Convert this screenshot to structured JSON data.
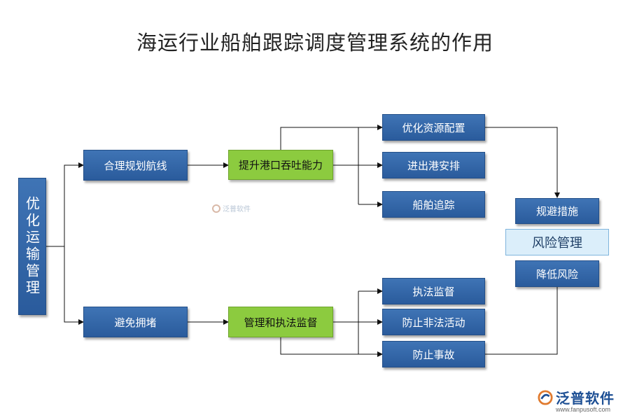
{
  "title": "海运行业船舶跟踪调度管理系统的作用",
  "root": "优化运输管理",
  "level1": [
    "合理规划航线",
    "避免拥堵"
  ],
  "level2": [
    "提升港口吞吐能力",
    "管理和执法监督"
  ],
  "level3_top": [
    "优化资源配置",
    "进出港安排",
    "船舶追踪"
  ],
  "level3_bottom": [
    "执法监督",
    "防止非法活动",
    "防止事故"
  ],
  "risk": {
    "top": "规避措施",
    "center": "风险管理",
    "bottom": "降低风险"
  },
  "watermark": "泛普软件",
  "logo": {
    "name": "泛普软件",
    "url": "www.fanpusoft.com"
  },
  "colors": {
    "blue_box": "#2f63a6",
    "green_box": "#8ccb3f",
    "light_box": "#dbeefa",
    "connector": "#111111"
  }
}
